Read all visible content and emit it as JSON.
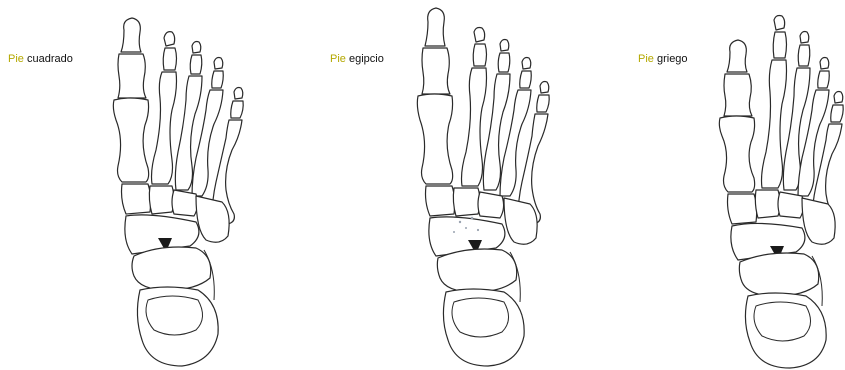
{
  "figure": {
    "panels": [
      {
        "prefix": "Pie",
        "name": "cuadrado"
      },
      {
        "prefix": "Pie",
        "name": "egipcio"
      },
      {
        "prefix": "Pie",
        "name": "griego"
      }
    ],
    "colors": {
      "prefix_text": "#b4a800",
      "label_text": "#111111",
      "outline": "#2a2a2a"
    }
  }
}
